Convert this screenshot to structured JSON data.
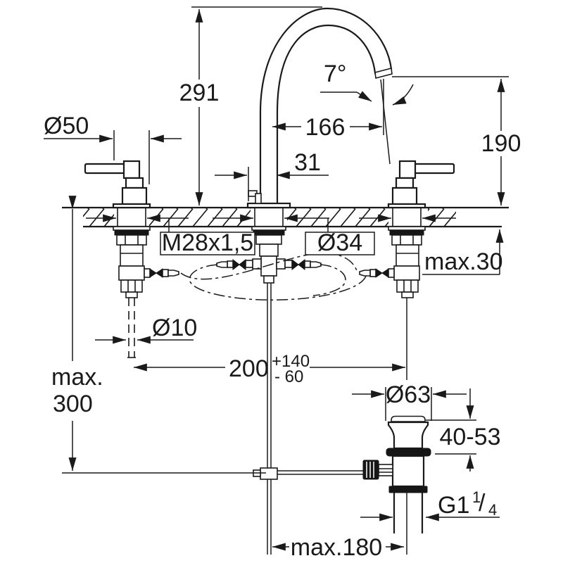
{
  "drawing": {
    "type": "technical-installation-diagram",
    "subject": "3-hole-basin-faucet-with-popup-waste",
    "line_color": "#1a1a1a",
    "background": "#ffffff",
    "labels": {
      "spout_height": "291",
      "spout_reach": "166",
      "outlet_height": "190",
      "stream_angle": "7°",
      "handle_diameter": "Ø50",
      "rod_offset": "31",
      "valve_thread": "M28x1,5",
      "hole_diameter": "Ø34",
      "deck_thickness": "max.30",
      "supply_pipe_diameter": "Ø10",
      "handle_spacing": "200",
      "spacing_tol_plus": "+140",
      "spacing_tol_minus": "- 60",
      "rod_length_line1": "max.",
      "rod_length_line2": "300",
      "drain_flange_diameter": "Ø63",
      "drain_height_range": "40-53",
      "drain_thread_main": "G1",
      "drain_thread_sup": "1",
      "drain_thread_slash": "/",
      "drain_thread_sub": "4",
      "drain_offset": "max.180"
    }
  }
}
